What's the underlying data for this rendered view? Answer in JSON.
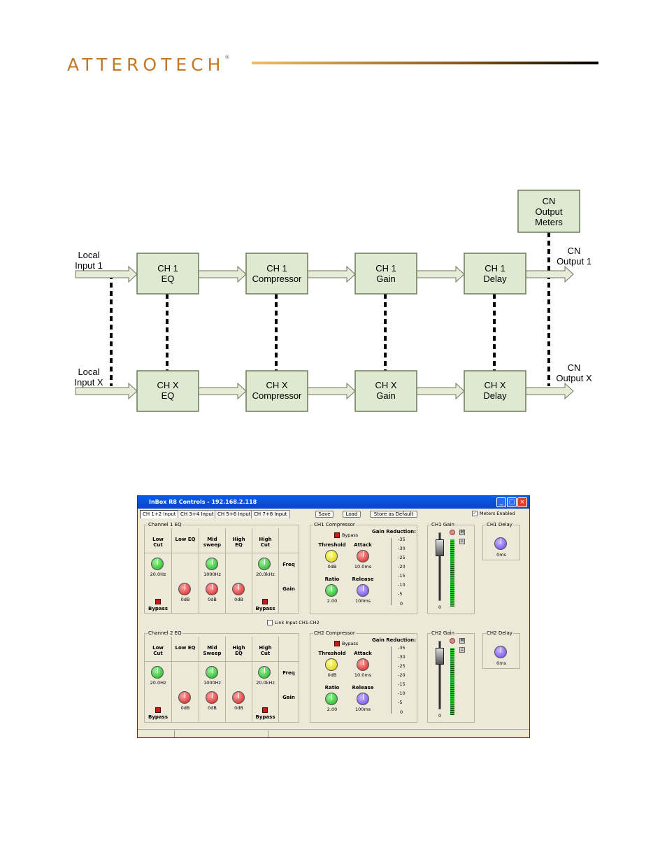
{
  "header": {
    "logo_text": "ATTEROTECH",
    "registered_mark": "®"
  },
  "diagram": {
    "input_1": "Local\nInput 1",
    "input_x": "Local\nInput X",
    "output_1": "CN\nOutput 1",
    "output_x": "CN\nOutput X",
    "meters": "CN\nOutput\nMeters",
    "row1": [
      "CH 1\nEQ",
      "CH 1\nCompressor",
      "CH 1\nGain",
      "CH 1\nDelay"
    ],
    "rowx": [
      "CH X\nEQ",
      "CH X\nCompressor",
      "CH X\nGain",
      "CH X\nDelay"
    ],
    "box_fill": "#dfe8d0",
    "arrow_fill": "#e6ecd8"
  },
  "window": {
    "title": "InBox R8 Controls - 192.168.2.118",
    "tabs": [
      "CH 1+2 Input",
      "CH 3+4 Input",
      "CH 5+6 Input",
      "CH 7+8 Input"
    ],
    "buttons": {
      "save": "Save",
      "load": "Load",
      "store": "Store as Default"
    },
    "meters_enabled": "Meters Enabled",
    "link_input": "Link Input CH1-CH2",
    "ch1": {
      "eq_title": "Channel 1 EQ",
      "eq_cols": [
        "Low\nCut",
        "Low EQ",
        "Mid\nsweep",
        "High\nEQ",
        "High\nCut"
      ],
      "freq": "Freq",
      "gain": "Gain",
      "low_cut_val": "20.0Hz",
      "mid_freq_val": "1000Hz",
      "high_cut_val": "20.0kHz",
      "low_eq_gain": "0dB",
      "mid_gain": "0dB",
      "high_eq_gain": "0dB",
      "bypass": "Bypass",
      "comp_title": "CH1 Compressor",
      "comp_bypass": "Bypass",
      "threshold": "Threshold",
      "attack": "Attack",
      "ratio": "Ratio",
      "release": "Release",
      "threshold_val": "0dB",
      "attack_val": "10.0ms",
      "ratio_val": "2.00",
      "release_val": "100ms",
      "gain_reduction": "Gain Reduction:",
      "gr_scale": [
        "-35",
        "-30",
        "-25",
        "-20",
        "-15",
        "-10",
        "-5",
        "0"
      ],
      "gain_title": "CH1 Gain",
      "gain_zero": "0",
      "delay_title": "CH1 Delay",
      "delay_val": "0ms"
    },
    "ch2": {
      "eq_title": "Channel 2 EQ",
      "eq_cols": [
        "Low\nCut",
        "Low EQ",
        "Mid\nSweep",
        "High\nEQ",
        "High\nCut"
      ],
      "freq": "Freq",
      "gain": "Gain",
      "low_cut_val": "20.0Hz",
      "mid_freq_val": "1000Hz",
      "high_cut_val": "20.0kHz",
      "low_eq_gain": "0dB",
      "mid_gain": "0dB",
      "high_eq_gain": "0dB",
      "bypass": "Bypass",
      "comp_title": "CH2 Compressor",
      "comp_bypass": "Bypass",
      "threshold": "Threshold",
      "attack": "Attack",
      "ratio": "Ratio",
      "release": "Release",
      "threshold_val": "0dB",
      "attack_val": "10.0ms",
      "ratio_val": "2.00",
      "release_val": "100ms",
      "gain_reduction": "Gain Reduction:",
      "gr_scale": [
        "-35",
        "-30",
        "-25",
        "-20",
        "-15",
        "-10",
        "-5",
        "0"
      ],
      "gain_title": "CH2 Gain",
      "gain_zero": "0",
      "delay_title": "CH2 Delay",
      "delay_val": "0ms"
    }
  }
}
